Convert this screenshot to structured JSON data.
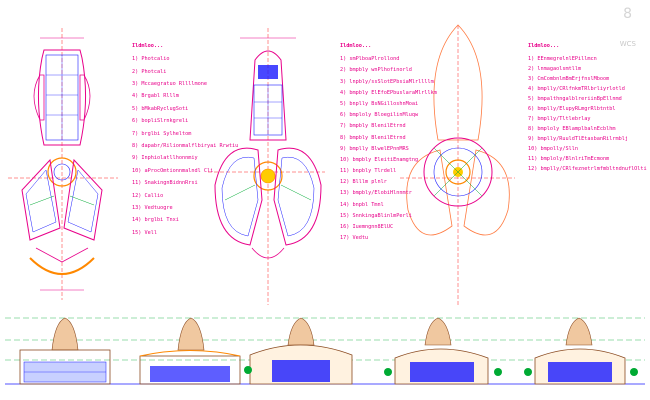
{
  "viewport": {
    "wcs_label": "WCS",
    "nav_label": "8"
  },
  "colors": {
    "plan_outline": "#e8008a",
    "axis": "#ff2020",
    "wall": "#1a1aff",
    "accent_green": "#00aa33",
    "accent_orange": "#ff8800",
    "legend_text": "#e8008a"
  },
  "legends": [
    {
      "title": "Ildmloo...",
      "items": [
        "1) Photcalio",
        "2) Photcali",
        "3) Mccaegratuo Rllllmone",
        "4) Brgabl Rlllm",
        "5) bMkabRyclugSoti",
        "6) bopliSlrnkgreli",
        "7) brglbi Sylheltom",
        "8) dapabr/Rilionmalflbiryai Rrwtiu",
        "9) Inphiolatllhonnmiy",
        "10) aProcOmtionnmalndl Cli",
        "11) SnakingnBidnnRrsi",
        "12) Callio",
        "13) Vedtuogre",
        "14) brglbi Tnxi",
        "15) Vell"
      ]
    },
    {
      "title": "Ildmloo...",
      "items": [
        "1) smPlboaPlrollond",
        "2) bmpbly wnPlhofinorld",
        "3) lnpbly/ssSlotEPbsiaMlrllllm",
        "4) bmpbly ElEfoEPbuslaraMlrllkm",
        "5) bnplly BsNGilloshnMoai",
        "6) bmploly BloegilinMluqw",
        "7) bmpbly BlenilEtrnd",
        "8) bmpbly BlenilEtrnd",
        "9) bmplly BlwelEPnnMRS",
        "10) bmpbly EleitiEnamgtng",
        "11) bnpbly Tlrdell",
        "12) Blllm plnlr",
        "13) bmpbly/ElobiHlnnmtr",
        "14) bnpbl Tmnl",
        "15) SnnkingaBlinlmPerli",
        "16) Iuemngnn8ElUC",
        "17) Vedtu"
      ]
    },
    {
      "title": "Ildmloo...",
      "items": [
        "1) EEnmegrelnlEPillmcn",
        "2) lnmagaolsmtllm",
        "3) CmCombnlmBmErjfnslMboom",
        "4) bmplly/CRlfnkmTRlbrliyrlotld",
        "5) bmpalthngalblreriinBpEllnmd",
        "6) bmplly/ElupyRLmgrRlbtntbl",
        "7) bmplly/Tltlebrlay",
        "8) bmploly EBlamplbalnEcblhm",
        "9) bmplly/RuuldTlEtasbanRilrmblj",
        "10) bmpolly/Slln",
        "11) bmploly/BlnlriTmEcmonm",
        "12) bmplly/CRlfeznetrlmfmbltndnuflOlti"
      ]
    }
  ]
}
